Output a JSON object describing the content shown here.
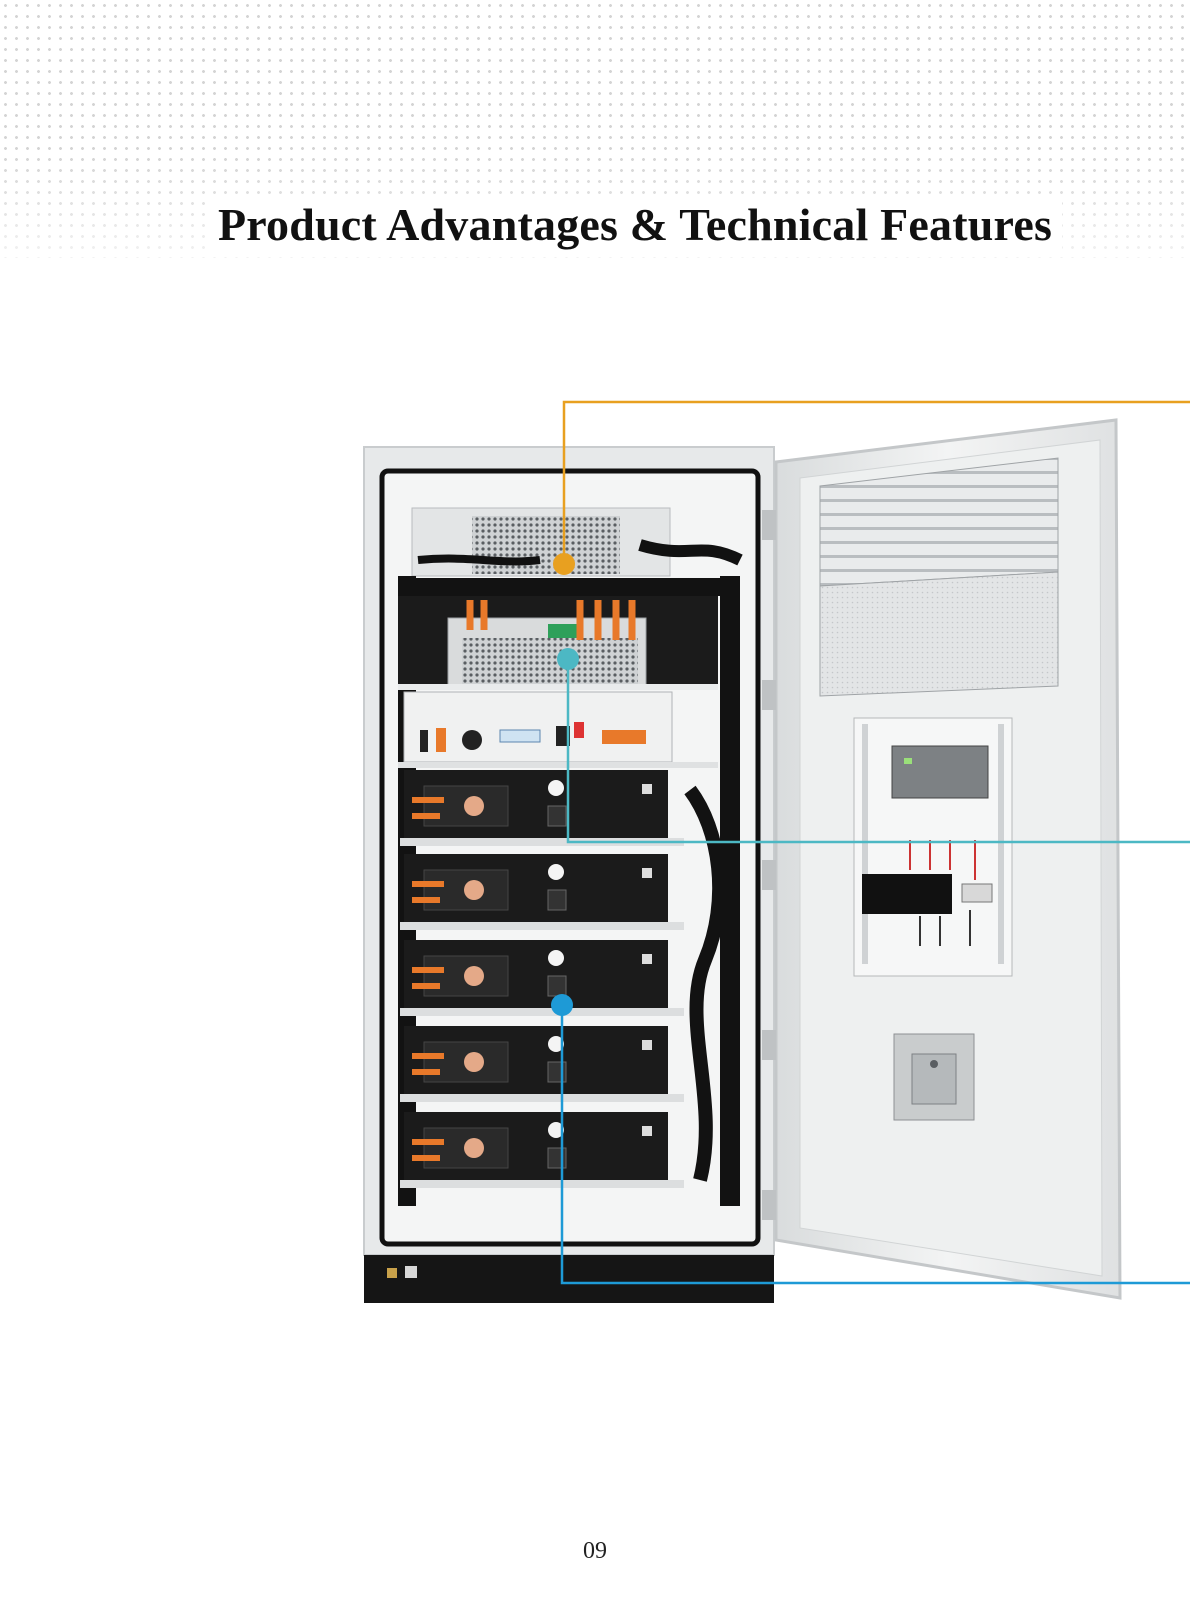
{
  "page": {
    "title": "Product Advantages & Technical Features",
    "page_number": "09"
  },
  "colors": {
    "callout_orange": "#e8a020",
    "callout_teal": "#4cb8c4",
    "callout_blue": "#1e9ad6",
    "cabinet_white": "#eceeef",
    "battery_black": "#1b1b1b",
    "cable_orange": "#e8792a"
  },
  "icons": {
    "callout_markers": [
      "callout-dot-orange",
      "callout-dot-teal",
      "callout-dot-blue"
    ]
  }
}
